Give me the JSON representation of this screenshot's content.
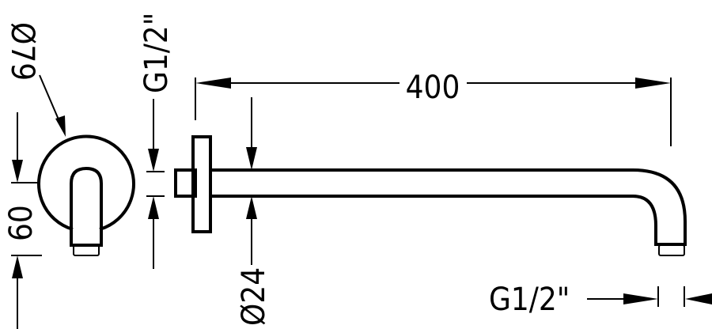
{
  "dimensions": {
    "plate_diameter": "Ø79",
    "lever_height": "60",
    "inlet_thread": "G1/2\"",
    "arm_length": "400",
    "arm_diameter": "Ø24",
    "outlet_thread": "G1/2\""
  }
}
